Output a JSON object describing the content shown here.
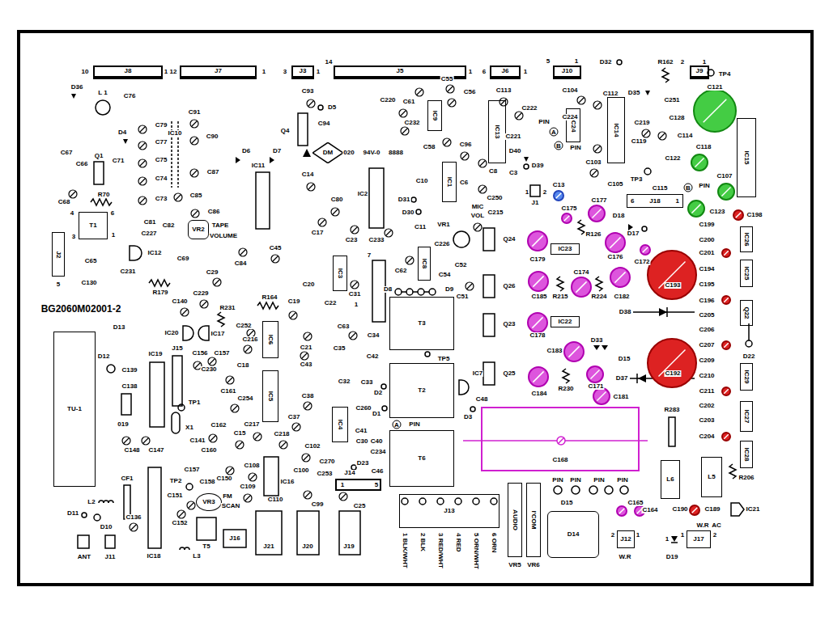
{
  "diagram": {
    "nodes": [
      {
        "text": [
          "J8"
        ]
      },
      {
        "text": [
          "J7"
        ]
      },
      {
        "text": [
          "J3"
        ]
      },
      {
        "text": [
          "J5"
        ]
      },
      {
        "text": [
          "J6"
        ]
      },
      {
        "text": [
          "J10"
        ]
      },
      {
        "text": [
          "J9"
        ]
      },
      {
        "text": [
          "IC9"
        ]
      },
      {
        "text": [
          "IC13"
        ]
      },
      {
        "text": [
          "IC24"
        ]
      },
      {
        "text": [
          "IC14"
        ]
      },
      {
        "text": [
          "IC15"
        ]
      },
      {
        "text": [
          "DM"
        ]
      },
      {
        "text": [
          "IC1"
        ]
      },
      {
        "text": [
          "6",
          "J18",
          "1"
        ]
      },
      {
        "text": [
          "T1"
        ]
      },
      {
        "text": [
          "VR2"
        ]
      },
      {
        "text": [
          "J2"
        ]
      },
      {
        "text": [
          "IC23"
        ]
      },
      {
        "text": [
          "IC8"
        ]
      },
      {
        "text": [
          "IC3"
        ]
      },
      {
        "text": [
          "T3"
        ]
      },
      {
        "text": [
          "IC22"
        ]
      },
      {
        "text": [
          "IC6"
        ]
      },
      {
        "text": [
          "TU-1"
        ]
      },
      {
        "text": [
          "T2"
        ]
      },
      {
        "text": [
          "IC5"
        ]
      },
      {
        "text": [
          "IC4"
        ]
      },
      {
        "text": [
          "C168"
        ]
      },
      {
        "text": [
          "T6"
        ]
      },
      {
        "text": [
          "L6"
        ]
      },
      {
        "text": [
          "L5"
        ]
      },
      {
        "text": [
          "VR3"
        ]
      },
      {
        "text": [
          "AUDIO"
        ]
      },
      {
        "text": [
          "I'COM"
        ]
      },
      {
        "text": [
          "J13"
        ]
      },
      {
        "text": [
          "D14"
        ]
      },
      {
        "text": [
          "J12"
        ]
      },
      {
        "text": [
          "J17"
        ]
      },
      {
        "text": [
          "IC26"
        ]
      },
      {
        "text": [
          "IC25"
        ]
      },
      {
        "text": [
          "Q22"
        ]
      },
      {
        "text": [
          "IC29"
        ]
      },
      {
        "text": [
          "IC27"
        ]
      },
      {
        "text": [
          "IC28"
        ]
      }
    ],
    "labels": [
      "10",
      "1",
      "12",
      "1",
      "3",
      "1",
      "14",
      "1",
      "6",
      "1",
      "5",
      "1",
      "D32",
      "R162",
      "2",
      "1",
      "TP4",
      "D36",
      "L 1",
      "C76",
      "C91",
      "C93",
      "D5",
      "C220",
      "C61",
      "C55",
      "C56",
      "C113",
      "C104",
      "C224",
      "C222",
      "PIN",
      "D35",
      "C112",
      "C251",
      "C128",
      "C121",
      "C79",
      "IC10",
      "C90",
      "C77",
      "C94",
      "Q4",
      "C232",
      "C58",
      "C96",
      "C221",
      "A",
      "B",
      "PIN",
      "D40",
      "D39",
      "C219",
      "C114",
      "C119",
      "C118",
      "D4",
      "C71",
      "C75",
      "C87",
      "C74",
      "C85",
      "C73",
      "C86",
      "C67",
      "C66",
      "Q1",
      "D6",
      "D7",
      "020",
      "94V-0",
      "8888",
      "C8",
      "C103",
      "C122",
      "C107",
      "TP3",
      "C105",
      "C115",
      "B",
      "PIN",
      "C14",
      "C10",
      "C6",
      "C3",
      "1",
      "J1",
      "2",
      "C13",
      "C250",
      "D31",
      "D30",
      "C11",
      "VR1",
      "MIC",
      "VOL",
      "C215",
      "C80",
      "C17",
      "C23",
      "C233",
      "IC11",
      "IC2",
      "C68",
      "R70",
      "4",
      "6",
      "3",
      "1",
      "C81",
      "C227",
      "C82",
      "TAPE",
      "VOLUME",
      "C84",
      "C45",
      "IC12",
      "C65",
      "C231",
      "C69",
      "R179",
      "C29",
      "C130",
      "5",
      "C175",
      "C177",
      "R126",
      "D18",
      "D17",
      "C179",
      "C176",
      "C172",
      "C174",
      "C185",
      "R215",
      "R224",
      "C182",
      "C178",
      "C183",
      "D33",
      "D15",
      "C184",
      "R230",
      "C171",
      "C181",
      "C193",
      "C192",
      "C199",
      "C198",
      "C123",
      "C200",
      "C201",
      "C194",
      "C195",
      "C196",
      "C205",
      "C206",
      "C207",
      "C209",
      "C210",
      "C211",
      "C202",
      "C203",
      "C204",
      "D38",
      "D37",
      "D22",
      "R283",
      "R206",
      "C226",
      "C52",
      "Q24",
      "Q26",
      "Q23",
      "Q25",
      "C62",
      "C54",
      "D8",
      "D9",
      "C51",
      "C20",
      "C22",
      "C31",
      "1",
      "7",
      "C63",
      "C34",
      "C35",
      "C42",
      "C32",
      "C33",
      "D2",
      "TP5",
      "IC7",
      "C48",
      "D3",
      "C260",
      "D1",
      "A",
      "PIN",
      "C41",
      "C30",
      "C40",
      "C234",
      "D23",
      "C270",
      "C253",
      "J14",
      "1",
      "5",
      "C46",
      "C25",
      "C99",
      "C102",
      "C37",
      "C38",
      "C43",
      "C21",
      "C19",
      "R164",
      "R231",
      "C140",
      "C229",
      "BG2060M02001-2",
      "D13",
      "IC20",
      "IC17",
      "C252",
      "C216",
      "J15",
      "C156",
      "C157",
      "C18",
      "C230",
      "C161",
      "C254",
      "D12",
      "C139",
      "C138",
      "IC19",
      "019",
      "TP1",
      "X1",
      "C162",
      "C141",
      "C217",
      "C15",
      "C218",
      "C148",
      "C147",
      "C160",
      "C157",
      "C108",
      "C158",
      "C150",
      "C109",
      "IC16",
      "C100",
      "C110",
      "CF1",
      "TP2",
      "C151",
      "C152",
      "FM",
      "SCAN",
      "L2",
      "D11",
      "D10",
      "C136",
      "ANT",
      "J11",
      "IC18",
      "L3",
      "T5",
      "J16",
      "J21",
      "J20",
      "J19",
      "1 BLK/WHT",
      "2 BLK",
      "3 RED/WHT",
      "4 RED",
      "5 ORN/WHT",
      "6 ORN",
      "PIN",
      "PIN",
      "PIN",
      "PIN",
      "D15",
      "C165",
      "C164",
      "C190",
      "C189",
      "W.R",
      "AC",
      "IC21",
      "2",
      "1",
      "W.R",
      "1",
      "D19",
      "1",
      "2",
      "VR5",
      "VR6"
    ]
  }
}
